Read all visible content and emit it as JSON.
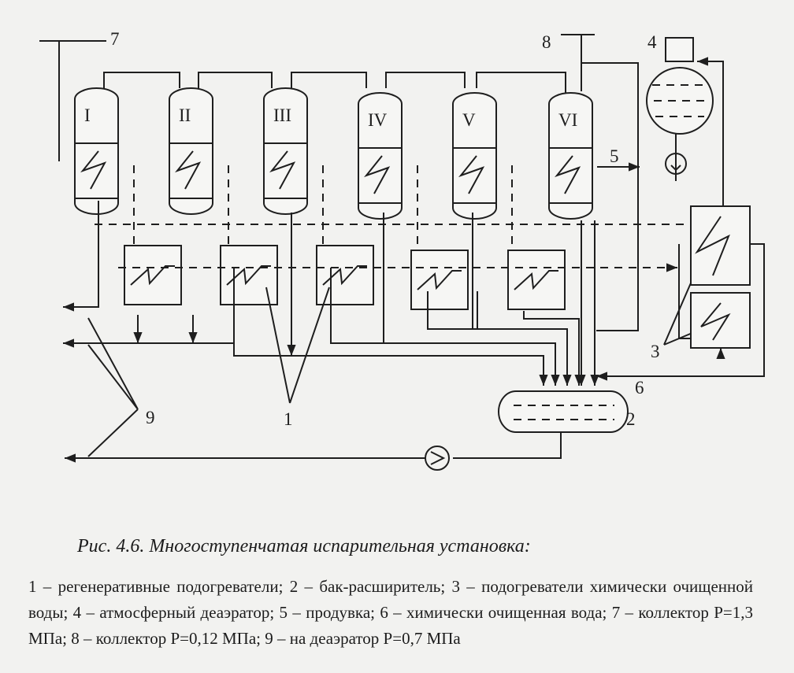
{
  "diagram": {
    "labels": {
      "l7": "7",
      "l8": "8",
      "l4": "4",
      "l5": "5",
      "l6": "6",
      "l2": "2",
      "l3": "3",
      "l1": "1",
      "l9": "9"
    },
    "stages": [
      "I",
      "II",
      "III",
      "IV",
      "V",
      "VI"
    ]
  },
  "caption": "Рис. 4.6.  Многоступенчатая испарительная установка:",
  "legend": "1 – регенеративные подогреватели; 2 – бак-расширитель; 3 – подогреватели химически очищенной воды; 4 – атмосферный деаэратор; 5 – продувка; 6 – химически очищенная вода; 7 – коллектор Р=1,3 МПа; 8 – коллектор Р=0,12 МПа; 9 – на деаэратор Р=0,7 МПа"
}
